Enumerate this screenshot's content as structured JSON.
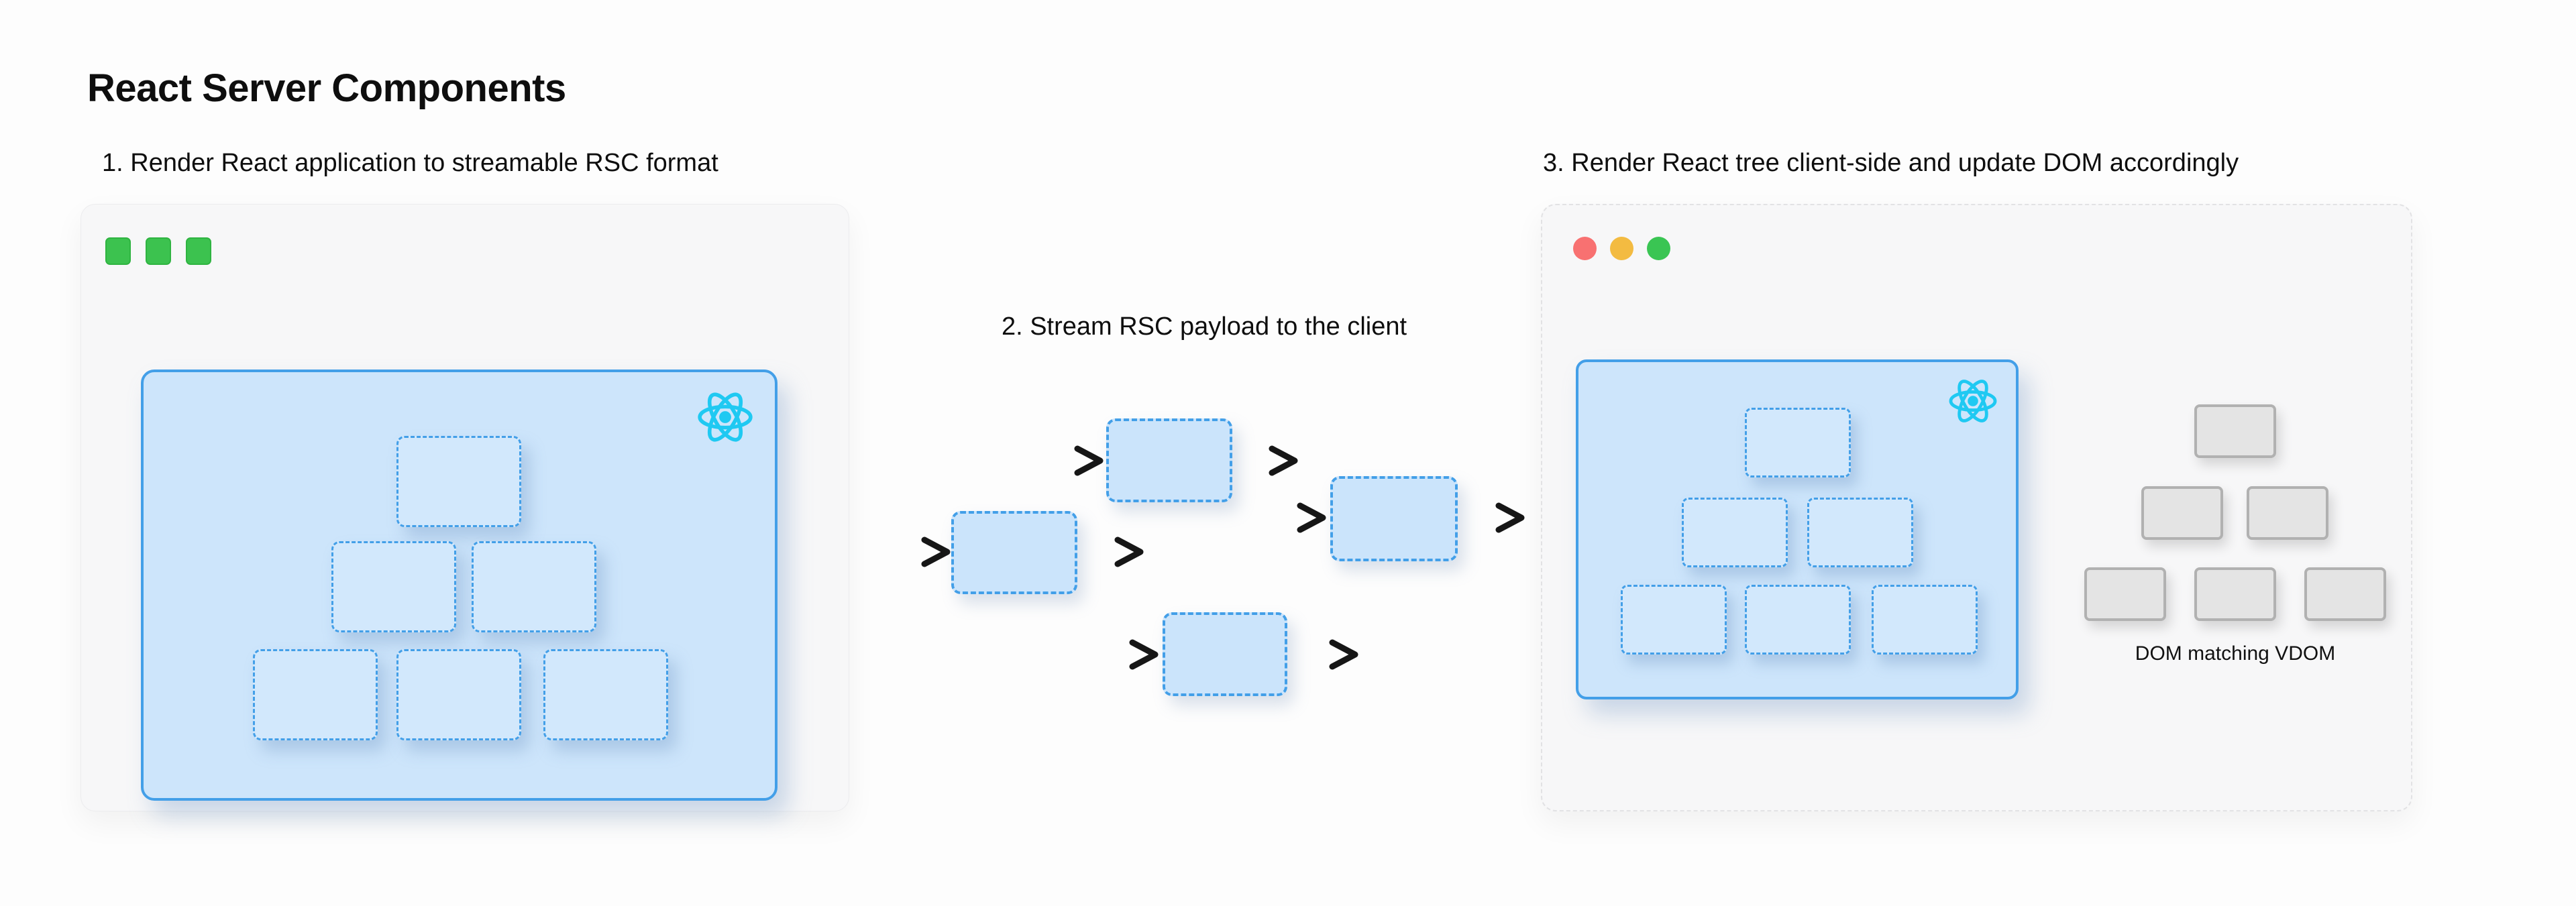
{
  "title": "React Server Components",
  "steps": {
    "step1": {
      "label": "1. Render React application to streamable RSC format"
    },
    "step2": {
      "label": "2. Stream RSC payload to the client"
    },
    "step3": {
      "label": "3. Render React tree client-side and update DOM accordingly"
    }
  },
  "panel3": {
    "dom_label": "DOM matching VDOM"
  },
  "icons": {
    "react_logo": "react-logo-icon",
    "server_window_controls": "green-square-window-controls",
    "browser_window_controls": "traffic-light-window-controls",
    "stream_arrow": "right-arrow-icon"
  },
  "colors": {
    "page_bg": "#fdfdfd",
    "panel_bg": "#f7f7f8",
    "accent_blue_border": "#439fe8",
    "accent_blue_fill": "#cde5fb",
    "node_fill": "#d2e8fc",
    "chunk_fill": "#cbe4fb",
    "react_cyan": "#1fc9f2",
    "server_square_green": "#3cc24f",
    "server_square_edge": "#2fb441",
    "traffic_red": "#f87171",
    "traffic_yellow": "#f3bb41",
    "traffic_green": "#3ac553",
    "dom_box_fill": "#e4e4e4",
    "dom_box_border": "#b1b1b1",
    "arrow_black": "#161616",
    "heading_color": "#0e0e0e"
  }
}
